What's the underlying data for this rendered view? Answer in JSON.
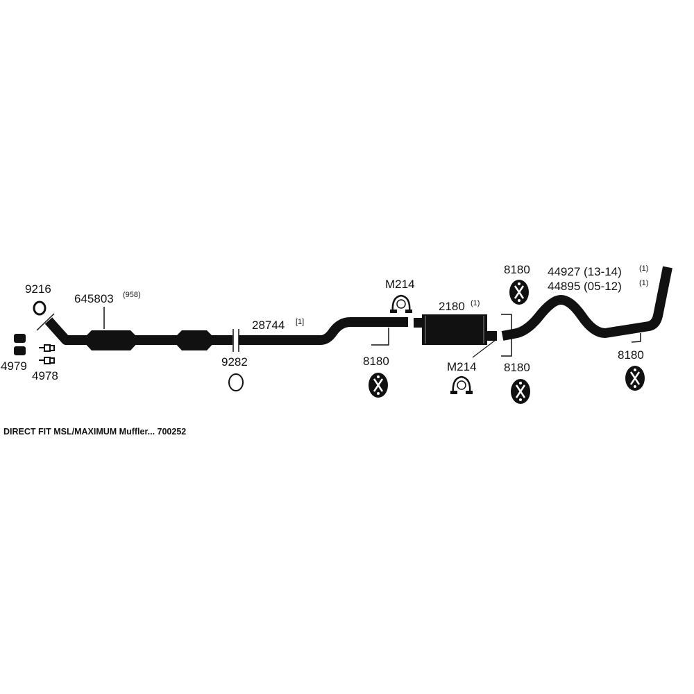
{
  "parts": {
    "gasket_9216": "9216",
    "converter": {
      "number": "645803",
      "note": "(958)"
    },
    "nut_4979": "4979",
    "bolt_4978": "4978",
    "gasket_9282": "9282",
    "pipe_28744": {
      "number": "28744",
      "note": "[1]"
    },
    "clamp_top": "M214",
    "muffler": {
      "number": "2180",
      "note": "(1)"
    },
    "clamp_bottom": "M214",
    "hanger_front": "8180",
    "hanger_top": "8180",
    "hanger_mid": "8180",
    "hanger_rear": "8180",
    "tailpipe_a": {
      "number": "44927 (13-14)",
      "note": "(1)"
    },
    "tailpipe_b": {
      "number": "44895 (05-12)",
      "note": "(1)"
    }
  },
  "caption": "DIRECT FIT MSL/MAXIMUM Muffler... 700252"
}
